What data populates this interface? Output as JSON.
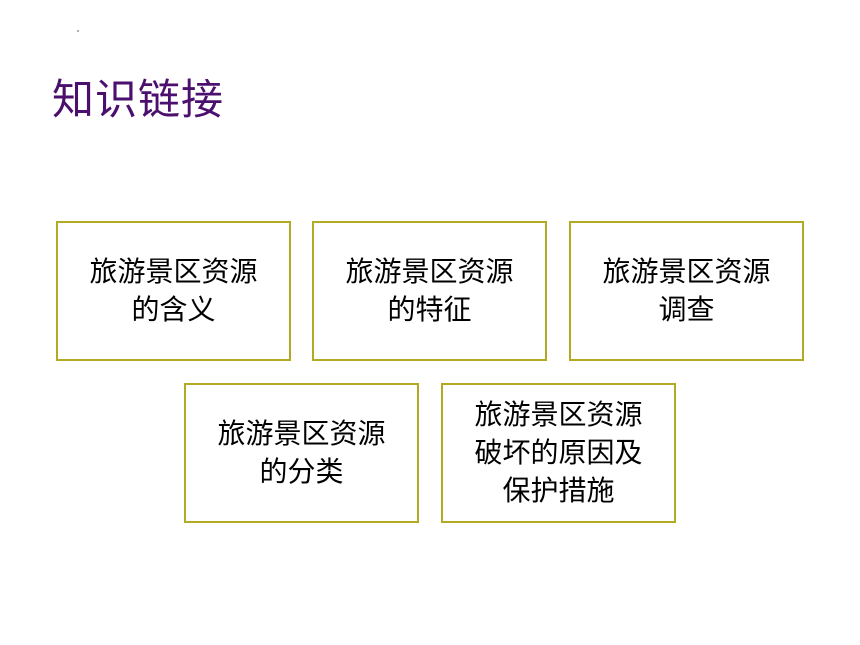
{
  "slide": {
    "title": "知识链接",
    "cards": [
      {
        "text": "旅游景区资源\n的含义"
      },
      {
        "text": "旅游景区资源\n的特征"
      },
      {
        "text": "旅游景区资源\n调查"
      },
      {
        "text": "旅游景区资源\n的分类"
      },
      {
        "text": "旅游景区资源\n破坏的原因及\n保护措施"
      }
    ]
  },
  "colors": {
    "title": "#4b0f6e",
    "card_border": "#b2aa22",
    "text": "#000000",
    "background": "#ffffff"
  }
}
